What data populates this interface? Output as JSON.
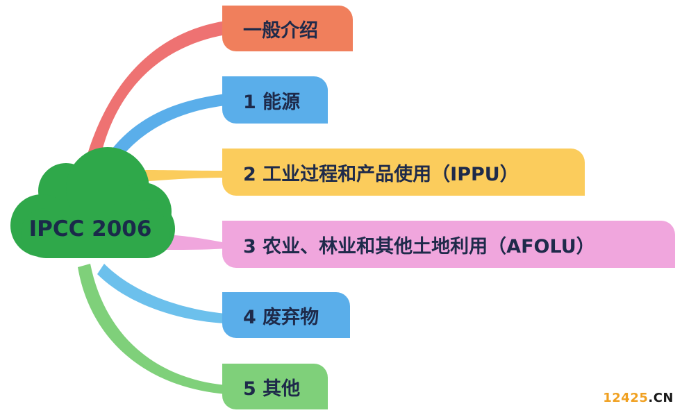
{
  "center": {
    "label": "IPCC 2006",
    "color": "#2fa84a"
  },
  "branches": [
    {
      "label": "一般介绍",
      "color": "#f07f5c",
      "link_color": "#ee7272"
    },
    {
      "label": "1 能源",
      "color": "#5aaeea",
      "link_color": "#5aaeea"
    },
    {
      "label": "2 工业过程和产品使用（IPPU）",
      "color": "#fbcc5c",
      "link_color": "#fbcc5c"
    },
    {
      "label": "3 农业、林业和其他土地利用（AFOLU）",
      "color": "#f0a6dd",
      "link_color": "#f0a6dd"
    },
    {
      "label": "4 废弃物",
      "color": "#5aaeea",
      "link_color": "#6cc0ec"
    },
    {
      "label": "5 其他",
      "color": "#7fd07a",
      "link_color": "#7fd07a"
    }
  ],
  "watermark": {
    "digits": "12425",
    "suffix": ".CN",
    "digits_color": "#f0a020",
    "suffix_color": "#1a1a1a"
  }
}
